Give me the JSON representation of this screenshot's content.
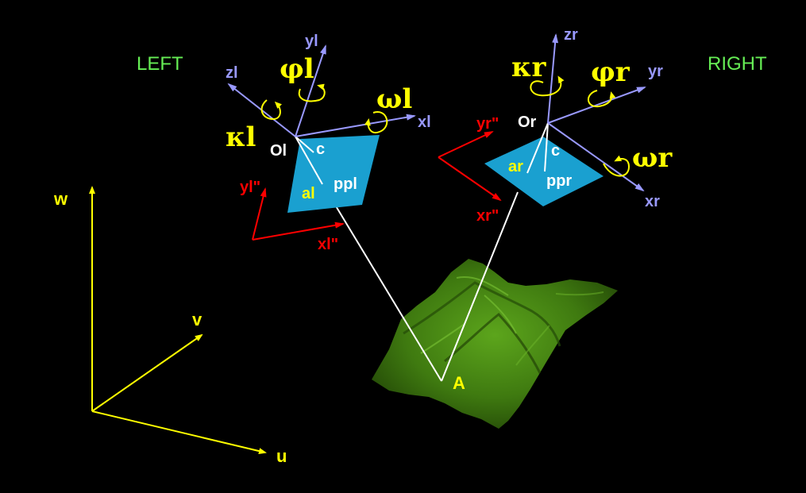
{
  "colors": {
    "background": "#000000",
    "world_axis": "#FFFF00",
    "camera_axis": "#9999FF",
    "image_axis": "#FF0000",
    "image_plane": "#1AA0D0",
    "ray": "#FFFFFF",
    "rotation_arrow": "#FFFF00",
    "side_label": "#66EE55",
    "terrain": "#3F7A10"
  },
  "side_labels": {
    "left": "LEFT",
    "right": "RIGHT"
  },
  "world_axes": {
    "u": "u",
    "v": "v",
    "w": "w"
  },
  "left_camera": {
    "origin": "Ol",
    "x_axis": "xl",
    "y_axis": "yl",
    "z_axis": "zl",
    "image_x": "xl\"",
    "image_y": "yl\"",
    "principal_point": "ppl",
    "image_point": "al",
    "focal": "c",
    "omega": "ωl",
    "phi": "φl",
    "kappa": "κl"
  },
  "right_camera": {
    "origin": "Or",
    "x_axis": "xr",
    "y_axis": "yr",
    "z_axis": "zr",
    "image_x": "xr\"",
    "image_y": "yr\"",
    "principal_point": "ppr",
    "image_point": "ar",
    "focal": "c",
    "omega": "ωr",
    "phi": "φr",
    "kappa": "κr"
  },
  "ground_point": "A"
}
